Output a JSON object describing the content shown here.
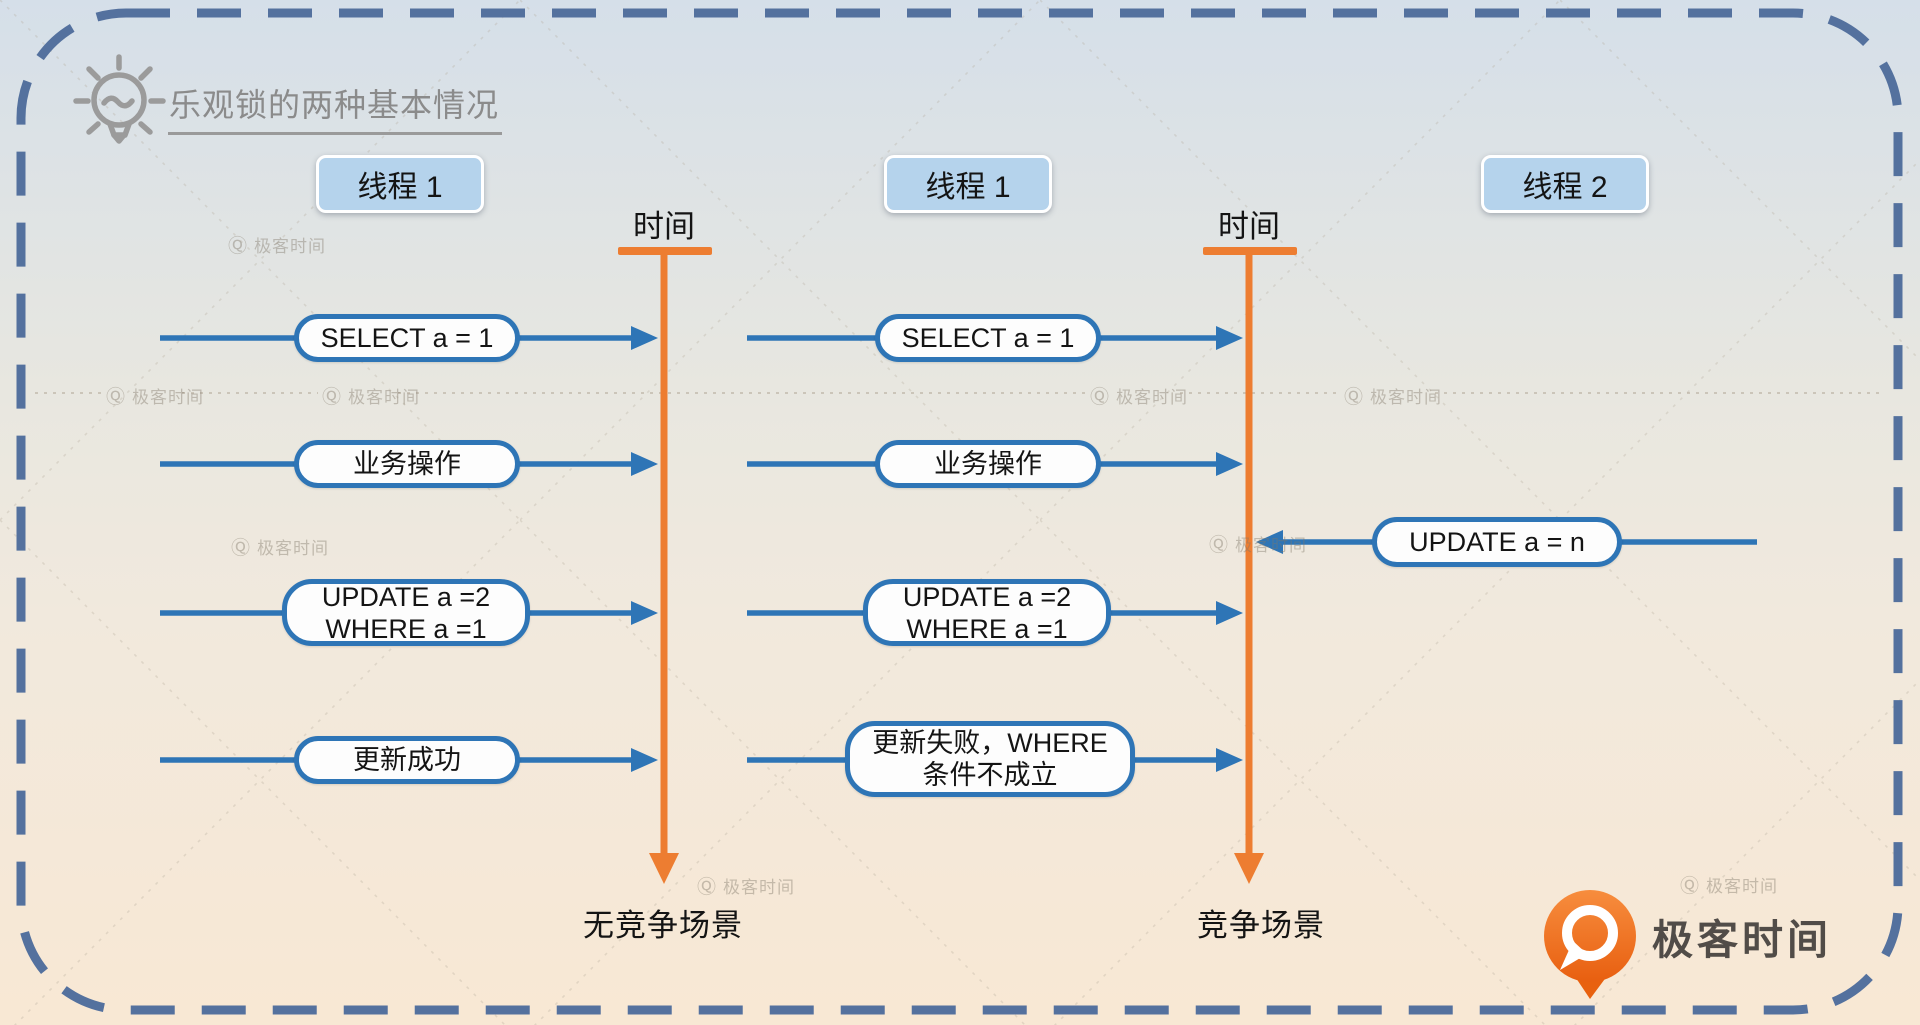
{
  "header": {
    "title": "乐观锁的两种基本情况",
    "icon": "lightbulb-icon"
  },
  "threads": [
    {
      "label": "线程 1"
    },
    {
      "label": "线程 1"
    },
    {
      "label": "线程 2"
    }
  ],
  "timelines": [
    {
      "axis_label": "时间",
      "caption": "无竞争场景"
    },
    {
      "axis_label": "时间",
      "caption": "竞争场景"
    }
  ],
  "scenario_no_contention": {
    "steps": [
      "SELECT a = 1",
      "业务操作",
      "UPDATE a =2\nWHERE a =1",
      "更新成功"
    ]
  },
  "scenario_contention": {
    "steps": [
      "SELECT a = 1",
      "业务操作",
      "UPDATE a =2\nWHERE a =1",
      "更新失败，WHERE\n条件不成立"
    ],
    "thread2_step": "UPDATE a = n"
  },
  "watermark": {
    "glyph": "Ⓠ",
    "text": "极客时间"
  },
  "logo": {
    "text": "极客时间"
  },
  "colors": {
    "accent_blue": "#2E75B6",
    "accent_orange": "#ED7D31",
    "thread_fill": "#B5D3EC",
    "dashed_border": "#54719E",
    "title_gray": "#8B8B8B",
    "bg_top": "#D6E0E9",
    "bg_bottom": "#F8E8D4"
  }
}
